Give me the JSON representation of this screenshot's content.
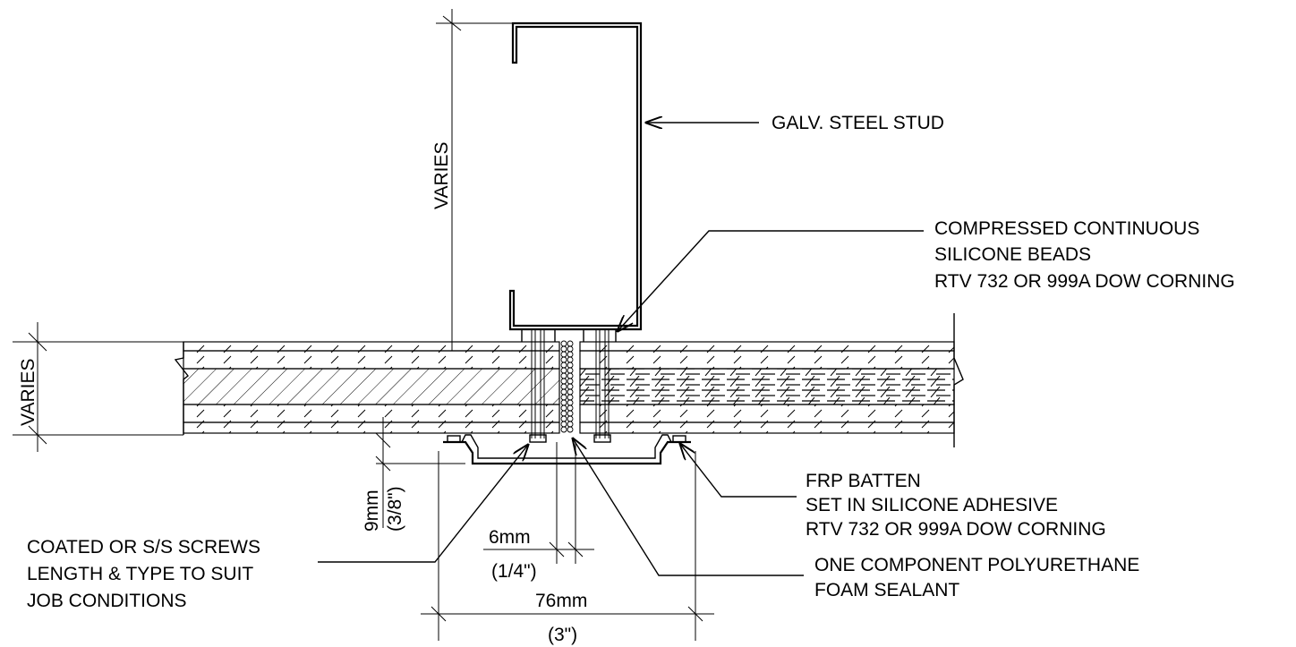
{
  "labels": {
    "stud": "GALV. STEEL STUD",
    "beads_line1": "COMPRESSED CONTINUOUS",
    "beads_line2": "SILICONE BEADS",
    "beads_line3": "RTV 732 OR 999A DOW CORNING",
    "batten_line1": "FRP BATTEN",
    "batten_line2": "SET IN SILICONE ADHESIVE",
    "batten_line3": "RTV 732 OR 999A DOW CORNING",
    "screws_line1": "COATED OR S/S SCREWS",
    "screws_line2": "LENGTH & TYPE TO SUIT",
    "screws_line3": "JOB CONDITIONS",
    "foam_line1": "ONE COMPONENT POLYURETHANE",
    "foam_line2": "FOAM SEALANT"
  },
  "dimensions": {
    "stud_depth": "VARIES",
    "panel_thickness": "VARIES",
    "gap_metric": "9mm",
    "gap_imperial": "(3/8\")",
    "joint_metric": "6mm",
    "joint_imperial": "(1/4\")",
    "batten_metric": "76mm",
    "batten_imperial": "(3\")"
  }
}
